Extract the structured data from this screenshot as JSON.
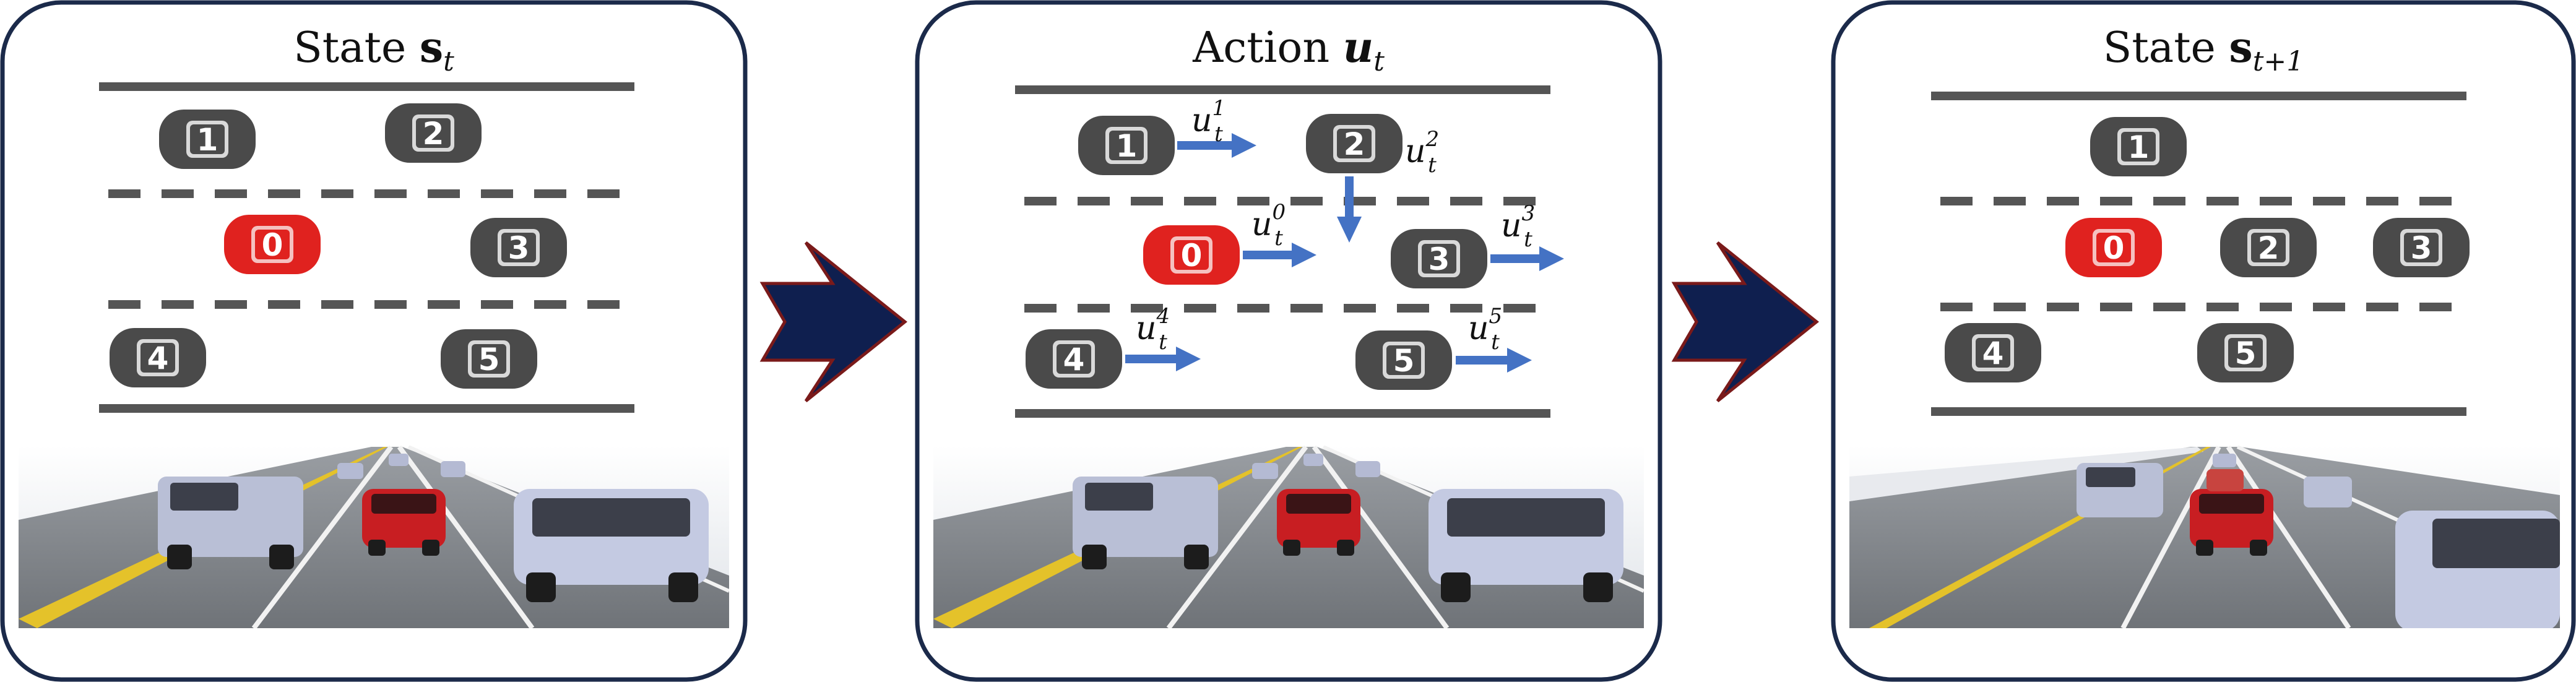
{
  "panels": [
    {
      "id": "state-t",
      "title_text": "State ",
      "title_symbol": "s",
      "title_subscript": "t",
      "cars": [
        {
          "label": "1",
          "color": "#4a4a4a"
        },
        {
          "label": "2",
          "color": "#4a4a4a"
        },
        {
          "label": "0",
          "color": "#e0221f"
        },
        {
          "label": "3",
          "color": "#4a4a4a"
        },
        {
          "label": "4",
          "color": "#4a4a4a"
        },
        {
          "label": "5",
          "color": "#4a4a4a"
        }
      ]
    },
    {
      "id": "action-t",
      "title_text": "Action ",
      "title_symbol": "u",
      "title_subscript": "t",
      "cars": [
        {
          "label": "1",
          "color": "#4a4a4a"
        },
        {
          "label": "2",
          "color": "#4a4a4a"
        },
        {
          "label": "0",
          "color": "#e0221f"
        },
        {
          "label": "3",
          "color": "#4a4a4a"
        },
        {
          "label": "4",
          "color": "#4a4a4a"
        },
        {
          "label": "5",
          "color": "#4a4a4a"
        }
      ],
      "actions": [
        {
          "base": "u",
          "sub": "t",
          "sup": "1"
        },
        {
          "base": "u",
          "sub": "t",
          "sup": "2"
        },
        {
          "base": "u",
          "sub": "t",
          "sup": "0"
        },
        {
          "base": "u",
          "sub": "t",
          "sup": "3"
        },
        {
          "base": "u",
          "sub": "t",
          "sup": "4"
        },
        {
          "base": "u",
          "sub": "t",
          "sup": "5"
        }
      ]
    },
    {
      "id": "state-t1",
      "title_text": "State ",
      "title_symbol": "s",
      "title_subscript": "t+1",
      "cars": [
        {
          "label": "1",
          "color": "#4a4a4a"
        },
        {
          "label": "0",
          "color": "#e0221f"
        },
        {
          "label": "2",
          "color": "#4a4a4a"
        },
        {
          "label": "3",
          "color": "#4a4a4a"
        },
        {
          "label": "4",
          "color": "#4a4a4a"
        },
        {
          "label": "5",
          "color": "#4a4a4a"
        }
      ]
    }
  ],
  "colors": {
    "panel_border": "#1b2a4a",
    "lane_line": "#555555",
    "action_arrow": "#4472c4",
    "transition_arrow": "#0f1f4f",
    "transition_arrow_edge": "#7a1a1a",
    "ego_car": "#e0221f",
    "other_car": "#4a4a4a"
  }
}
